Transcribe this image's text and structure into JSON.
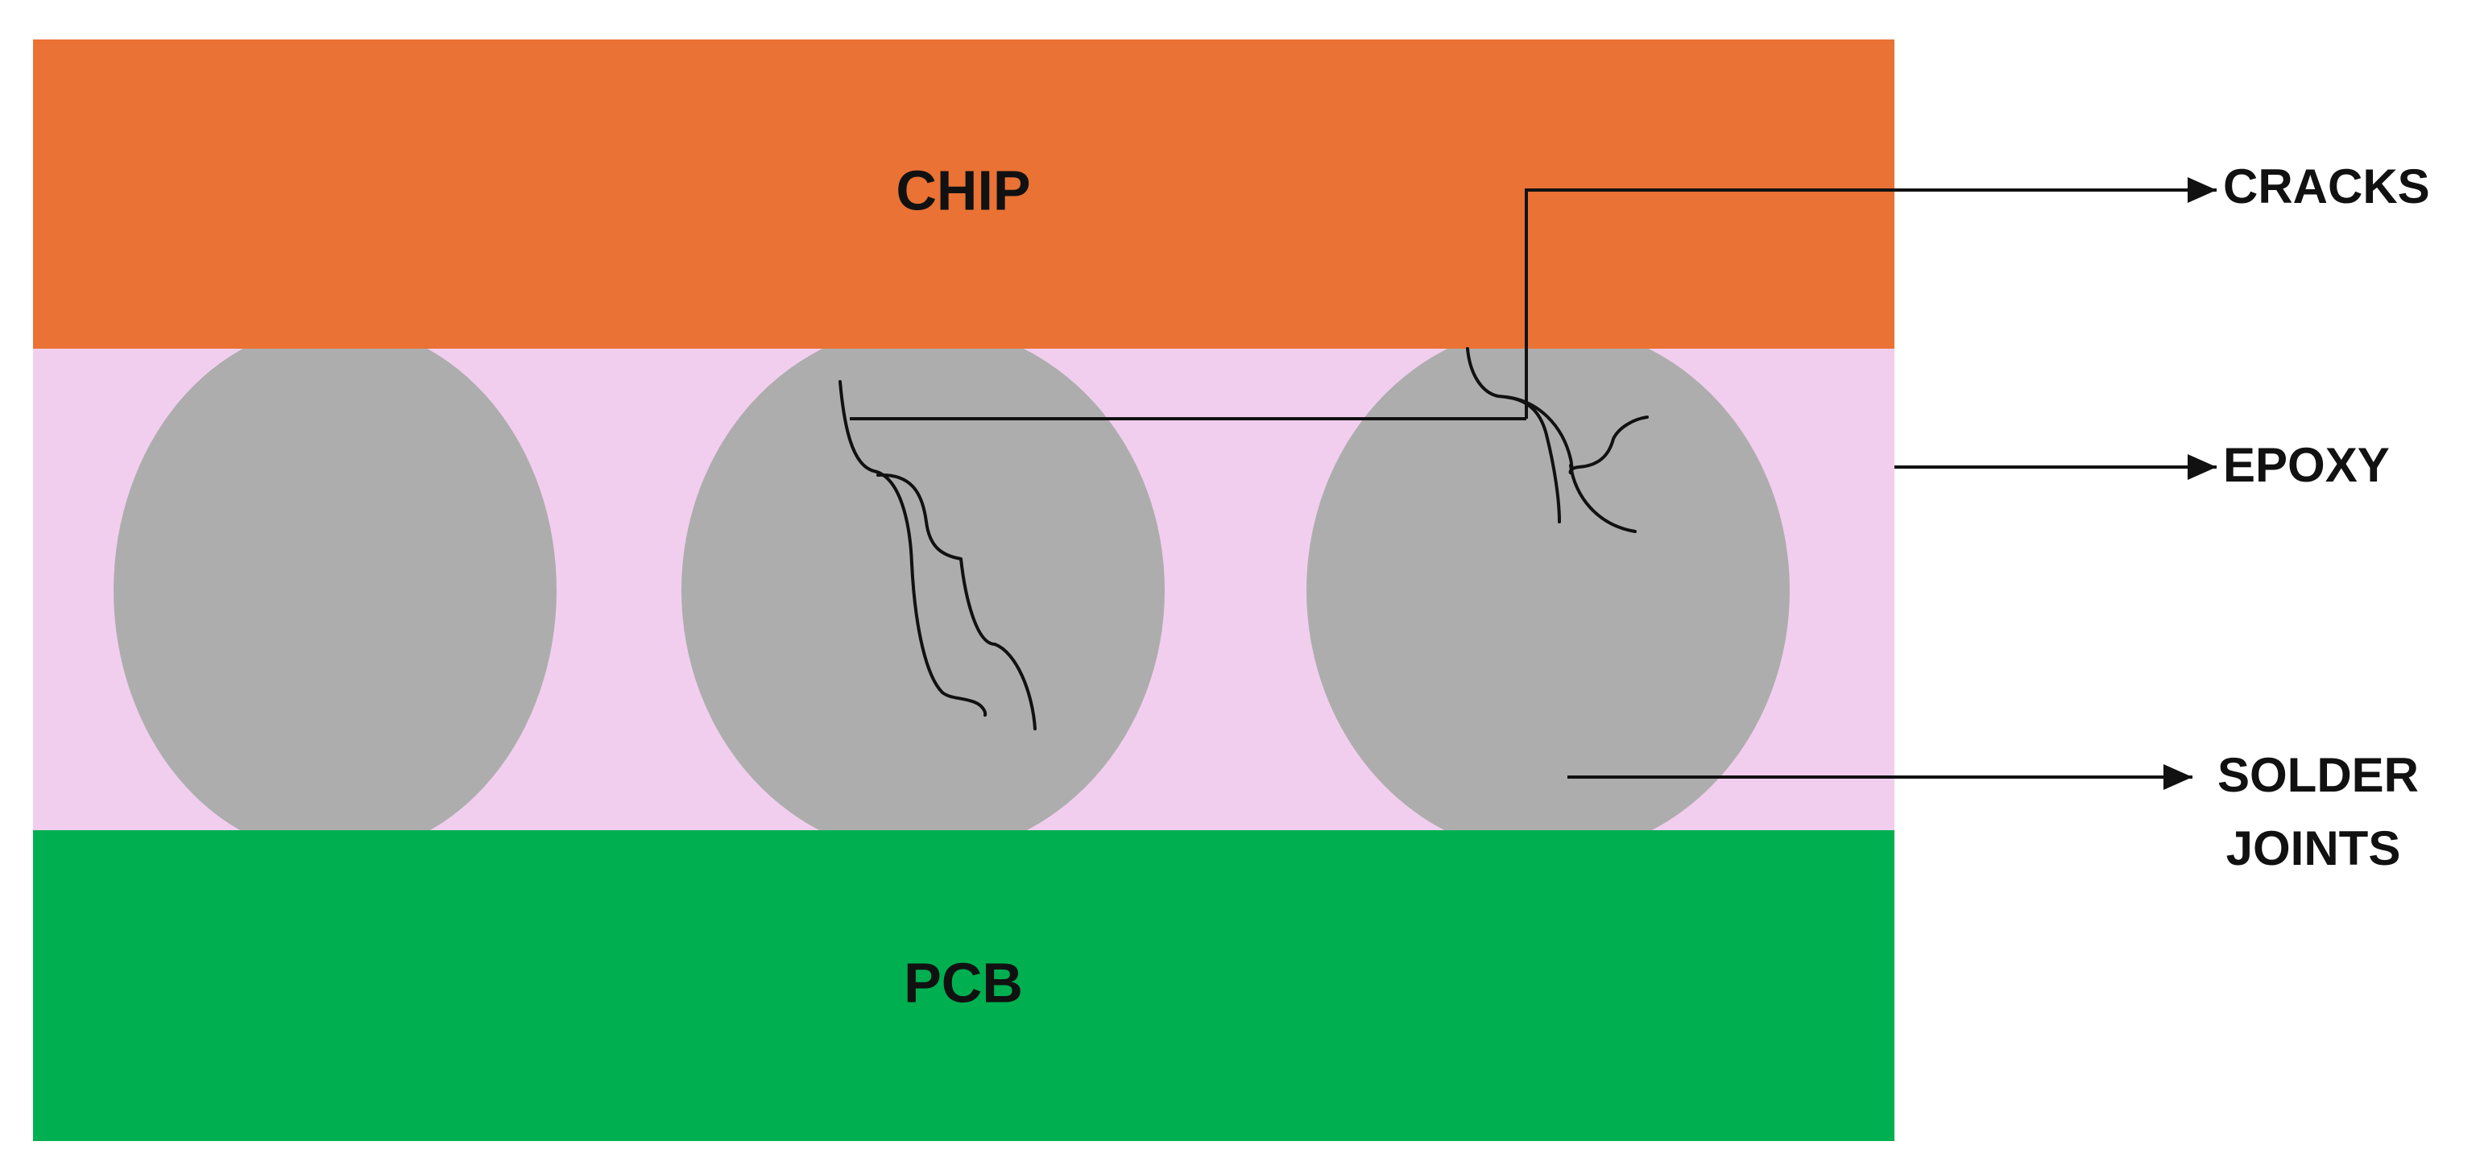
{
  "layers": {
    "chip": {
      "label": "CHIP",
      "color": "#E97234"
    },
    "epoxy": {
      "color": "#F1CEEE"
    },
    "pcb": {
      "label": "PCB",
      "color": "#00AF50"
    }
  },
  "solder_joint_color": "#ADADAD",
  "callouts": {
    "cracks": {
      "label": "CRACKS"
    },
    "epoxy": {
      "label": "EPOXY"
    },
    "solder_joints": {
      "label_line1": "SOLDER",
      "label_line2": "JOINTS"
    }
  },
  "colors": {
    "line": "#111111",
    "background": "#FFFFFF"
  }
}
